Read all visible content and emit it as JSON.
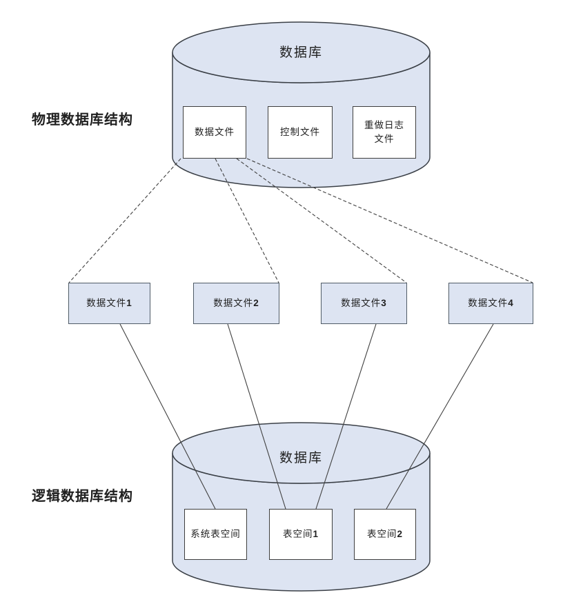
{
  "diagram": {
    "physical_section": {
      "label": "物理数据库结构",
      "cylinder_title": "数据库",
      "boxes": [
        {
          "label": "数据文件"
        },
        {
          "label": "控制文件"
        },
        {
          "line1": "重做日志",
          "line2": "文件"
        }
      ]
    },
    "datafiles": [
      {
        "label": "数据文件",
        "num": "1"
      },
      {
        "label": "数据文件",
        "num": "2"
      },
      {
        "label": "数据文件",
        "num": "3"
      },
      {
        "label": "数据文件",
        "num": "4"
      }
    ],
    "logical_section": {
      "label": "逻辑数据库结构",
      "cylinder_title": "数据库",
      "boxes": [
        {
          "label": "系统表空间",
          "num": ""
        },
        {
          "label": "表空间",
          "num": "1"
        },
        {
          "label": "表空间",
          "num": "2"
        }
      ]
    },
    "connections": {
      "dashed": [
        {
          "from": "数据文件",
          "to": "数据文件1"
        },
        {
          "from": "数据文件",
          "to": "数据文件2"
        },
        {
          "from": "数据文件",
          "to": "数据文件3"
        },
        {
          "from": "数据文件",
          "to": "数据文件4"
        }
      ],
      "solid": [
        {
          "from": "数据文件1",
          "to": "系统表空间"
        },
        {
          "from": "数据文件2",
          "to": "表空间1"
        },
        {
          "from": "数据文件3",
          "to": "表空间1"
        },
        {
          "from": "数据文件4",
          "to": "表空间2"
        }
      ]
    },
    "colors": {
      "cylinder_fill": "#dde4f2",
      "cylinder_stroke": "#3a3f46",
      "box_border": "#3d3d3d",
      "bluebox_border": "#4f5b66",
      "line_color": "#3f3f3f"
    }
  }
}
